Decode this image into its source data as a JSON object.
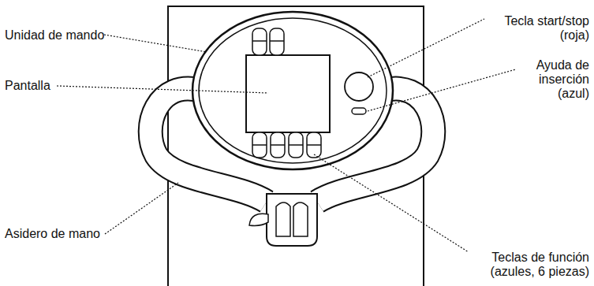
{
  "diagram": {
    "labels": [
      "Unidad de mando",
      "Pantalla",
      "Asidero de mano",
      "Tecla start/stop (roja)",
      "Ayuda de inserción (azul)",
      "Teclas de función (azules, 6 piezas)"
    ]
  }
}
